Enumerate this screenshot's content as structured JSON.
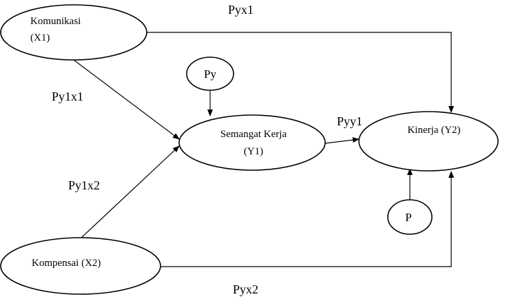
{
  "nodes": {
    "komunikasi": {
      "line1": "Komunikasi",
      "line2": "(X1)"
    },
    "kompensasi": {
      "line1": "Kompensai (X2)"
    },
    "semangat_kerja": {
      "line1": "Semangat Kerja",
      "line2": "(Y1)"
    },
    "kinerja": {
      "line1": "Kinerja (Y2)"
    },
    "error_py": {
      "label": "Py"
    },
    "error_p": {
      "label": "P"
    }
  },
  "paths": {
    "pyx1": "Pyx1",
    "py1x1": "Py1x1",
    "py1x2": "Py1x2",
    "pyy1": "Pyy1",
    "pyx2": "Pyx2"
  }
}
